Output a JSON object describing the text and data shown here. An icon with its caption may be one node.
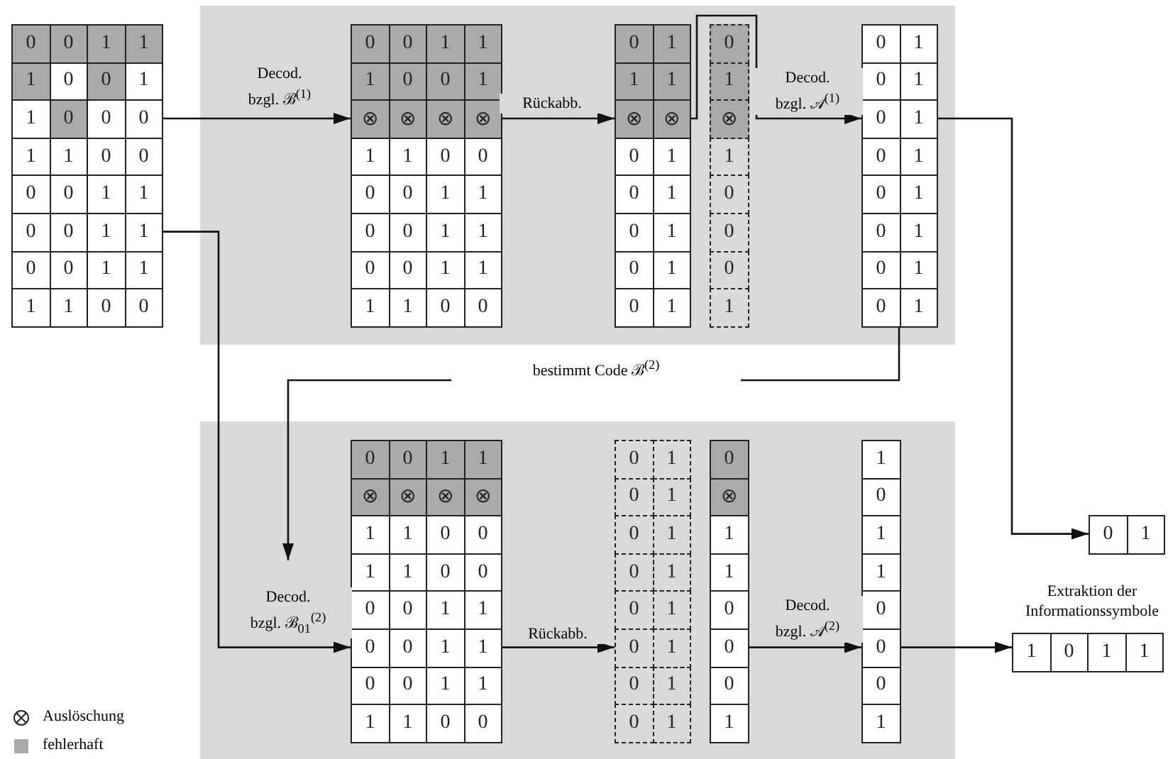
{
  "diagram": {
    "nodes": [
      {
        "text": [],
        "shape": "box"
      },
      {
        "text": [
          "0",
          "0",
          "1",
          "1",
          "1",
          "0",
          "0",
          "1",
          "1",
          "0",
          "0",
          "0",
          "1",
          "1",
          "0",
          "0",
          "0",
          "0",
          "1",
          "1",
          "0",
          "0",
          "1",
          "1",
          "0",
          "0",
          "1",
          "1",
          "1",
          "1",
          "0",
          "0"
        ]
      },
      {
        "text": [
          "0",
          "0",
          "1",
          "1",
          "1",
          "0",
          "0",
          "1",
          "⊗",
          "⊗",
          "⊗",
          "⊗",
          "1",
          "1",
          "0",
          "0",
          "0",
          "0",
          "1",
          "1",
          "0",
          "0",
          "1",
          "1",
          "0",
          "0",
          "1",
          "1",
          "1",
          "1",
          "0",
          "0"
        ],
        "in": 0
      },
      {
        "text": [
          "0",
          "1",
          "1",
          "1",
          "⊗",
          "⊗",
          "0",
          "1",
          "0",
          "1",
          "0",
          "1",
          "0",
          "1",
          "0",
          "1"
        ],
        "in": 0
      },
      {
        "text": [
          "0",
          "1",
          "⊗",
          "1",
          "0",
          "0",
          "0",
          "1"
        ],
        "in": 0
      },
      {
        "text": [
          "0",
          "1",
          "0",
          "1",
          "0",
          "1",
          "0",
          "1",
          "0",
          "1",
          "0",
          "1",
          "0",
          "1",
          "0",
          "1"
        ],
        "in": 0
      },
      {
        "text": [],
        "shape": "box"
      },
      {
        "text": [
          "0",
          "0",
          "1",
          "1",
          "⊗",
          "⊗",
          "⊗",
          "⊗",
          "1",
          "1",
          "0",
          "0",
          "1",
          "1",
          "0",
          "0",
          "0",
          "0",
          "1",
          "1",
          "0",
          "0",
          "1",
          "1",
          "0",
          "0",
          "1",
          "1",
          "1",
          "1",
          "0",
          "0"
        ],
        "in": 6
      },
      {
        "text": [
          "0",
          "1",
          "0",
          "1",
          "0",
          "1",
          "0",
          "1",
          "0",
          "1",
          "0",
          "1",
          "0",
          "1",
          "0",
          "1"
        ],
        "in": 6
      },
      {
        "text": [
          "0",
          "⊗",
          "1",
          "1",
          "0",
          "0",
          "0",
          "1"
        ],
        "in": 6
      },
      {
        "text": [
          "1",
          "0",
          "1",
          "1",
          "0",
          "0",
          "0",
          "1"
        ],
        "in": 6
      },
      {
        "text": [
          "0",
          "1"
        ]
      },
      {
        "text": [
          "1",
          "0",
          "1",
          "1"
        ],
        "beside": [
          "Extraktion der Informationssymbole"
        ]
      }
    ],
    "edges": [
      {
        "from": 1,
        "to": 2,
        "arrow": "to",
        "label": "Decod. bzgl. ℬ$^{(1)}$"
      },
      {
        "from": 2,
        "to": 3,
        "arrow": "to",
        "label": "Rückabb."
      },
      {
        "from": 3,
        "to": 5,
        "arrow": "to",
        "label": "Decod. bzgl. 𝒜$^{(1)}$"
      },
      {
        "from": 5,
        "to": 11,
        "arrow": "to"
      },
      {
        "from": 5,
        "to": null,
        "arrow": "to",
        "label": "bestimmt Code ℬ$^{(2)}$"
      },
      {
        "from": 1,
        "to": 7,
        "arrow": "to",
        "label": "Decod. bzgl. ℬ$_{01}$$^{(2)}$"
      },
      {
        "from": 7,
        "to": 8,
        "arrow": "to",
        "label": "Rückabb."
      },
      {
        "from": 9,
        "to": 10,
        "arrow": "to",
        "label": "Decod. bzgl. 𝒜$^{(2)}$"
      },
      {
        "from": 10,
        "to": 12,
        "arrow": "to"
      }
    ],
    "legend": [
      {
        "text": "Auslöschung"
      },
      {
        "text": "fehlerhaft",
        "color": "#aaaaaa"
      }
    ]
  }
}
